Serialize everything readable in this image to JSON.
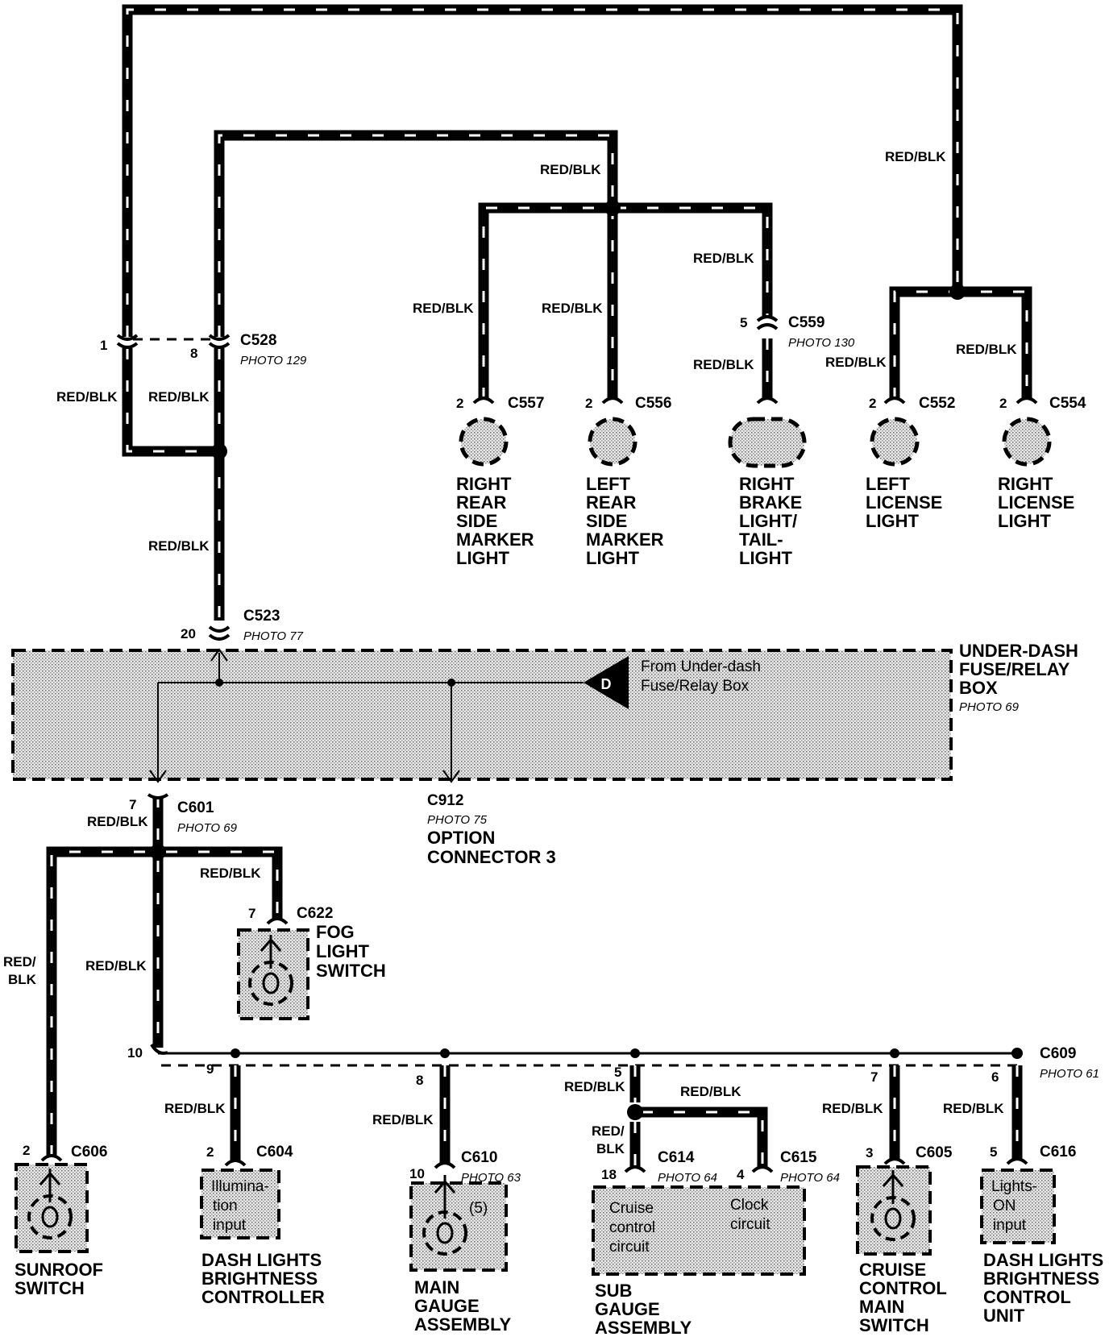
{
  "wire_color": "RED/BLK",
  "wire_color_split": [
    "RED/",
    "BLK"
  ],
  "connectors": {
    "c528": {
      "id": "C528",
      "photo": "PHOTO 129",
      "pin_a": "1",
      "pin_b": "8"
    },
    "c523": {
      "id": "C523",
      "photo": "PHOTO 77",
      "pin": "20"
    },
    "c557": {
      "id": "C557",
      "pin": "2"
    },
    "c556": {
      "id": "C556",
      "pin": "2"
    },
    "c559": {
      "id": "C559",
      "photo": "PHOTO 130",
      "pin": "5"
    },
    "c552": {
      "id": "C552",
      "pin": "2"
    },
    "c554": {
      "id": "C554",
      "pin": "2"
    },
    "c601": {
      "id": "C601",
      "photo": "PHOTO 69",
      "pin": "7"
    },
    "c912": {
      "id": "C912",
      "photo": "PHOTO 75"
    },
    "c622": {
      "id": "C622",
      "pin": "7"
    },
    "c609": {
      "id": "C609",
      "photo": "PHOTO 61",
      "pins": [
        "10",
        "9",
        "8",
        "5",
        "7",
        "6"
      ]
    },
    "c606": {
      "id": "C606",
      "pin": "2"
    },
    "c604": {
      "id": "C604",
      "pin": "2"
    },
    "c610": {
      "id": "C610",
      "photo": "PHOTO 63",
      "pin": "10"
    },
    "c614": {
      "id": "C614",
      "photo": "PHOTO 64",
      "pin": "18"
    },
    "c615": {
      "id": "C615",
      "photo": "PHOTO 64",
      "pin": "4"
    },
    "c605": {
      "id": "C605",
      "pin": "3"
    },
    "c616": {
      "id": "C616",
      "pin": "5"
    }
  },
  "components": {
    "right_rear_marker": [
      "RIGHT",
      "REAR",
      "SIDE",
      "MARKER",
      "LIGHT"
    ],
    "left_rear_marker": [
      "LEFT",
      "REAR",
      "SIDE",
      "MARKER",
      "LIGHT"
    ],
    "right_brake": [
      "RIGHT",
      "BRAKE",
      "LIGHT/",
      "TAIL-",
      "LIGHT"
    ],
    "left_license": [
      "LEFT",
      "LICENSE",
      "LIGHT"
    ],
    "right_license": [
      "RIGHT",
      "LICENSE",
      "LIGHT"
    ],
    "fuse_box": [
      "UNDER-DASH",
      "FUSE/RELAY",
      "BOX"
    ],
    "fuse_box_photo": "PHOTO 69",
    "fuse_source": [
      "From Under-dash",
      "Fuse/Relay Box"
    ],
    "fuse_source_letter": "D",
    "option_connector": [
      "OPTION",
      "CONNECTOR 3"
    ],
    "fog_switch": [
      "FOG",
      "LIGHT",
      "SWITCH"
    ],
    "sunroof_switch": [
      "SUNROOF",
      "SWITCH"
    ],
    "dash_controller": [
      "DASH LIGHTS",
      "BRIGHTNESS",
      "CONTROLLER"
    ],
    "dash_controller_inner": [
      "Illumina-",
      "tion",
      "input"
    ],
    "main_gauge": [
      "MAIN",
      "GAUGE",
      "ASSEMBLY"
    ],
    "main_gauge_bulb_count": "(5)",
    "sub_gauge": [
      "SUB",
      "GAUGE",
      "ASSEMBLY"
    ],
    "cruise_inner": [
      "Cruise",
      "control",
      "circuit"
    ],
    "clock_inner": [
      "Clock",
      "circuit"
    ],
    "cruise_switch": [
      "CRUISE",
      "CONTROL",
      "MAIN",
      "SWITCH"
    ],
    "dash_unit": [
      "DASH LIGHTS",
      "BRIGHTNESS",
      "CONTROL",
      "UNIT"
    ],
    "dash_unit_inner": [
      "Lights-",
      "ON",
      "input"
    ]
  }
}
